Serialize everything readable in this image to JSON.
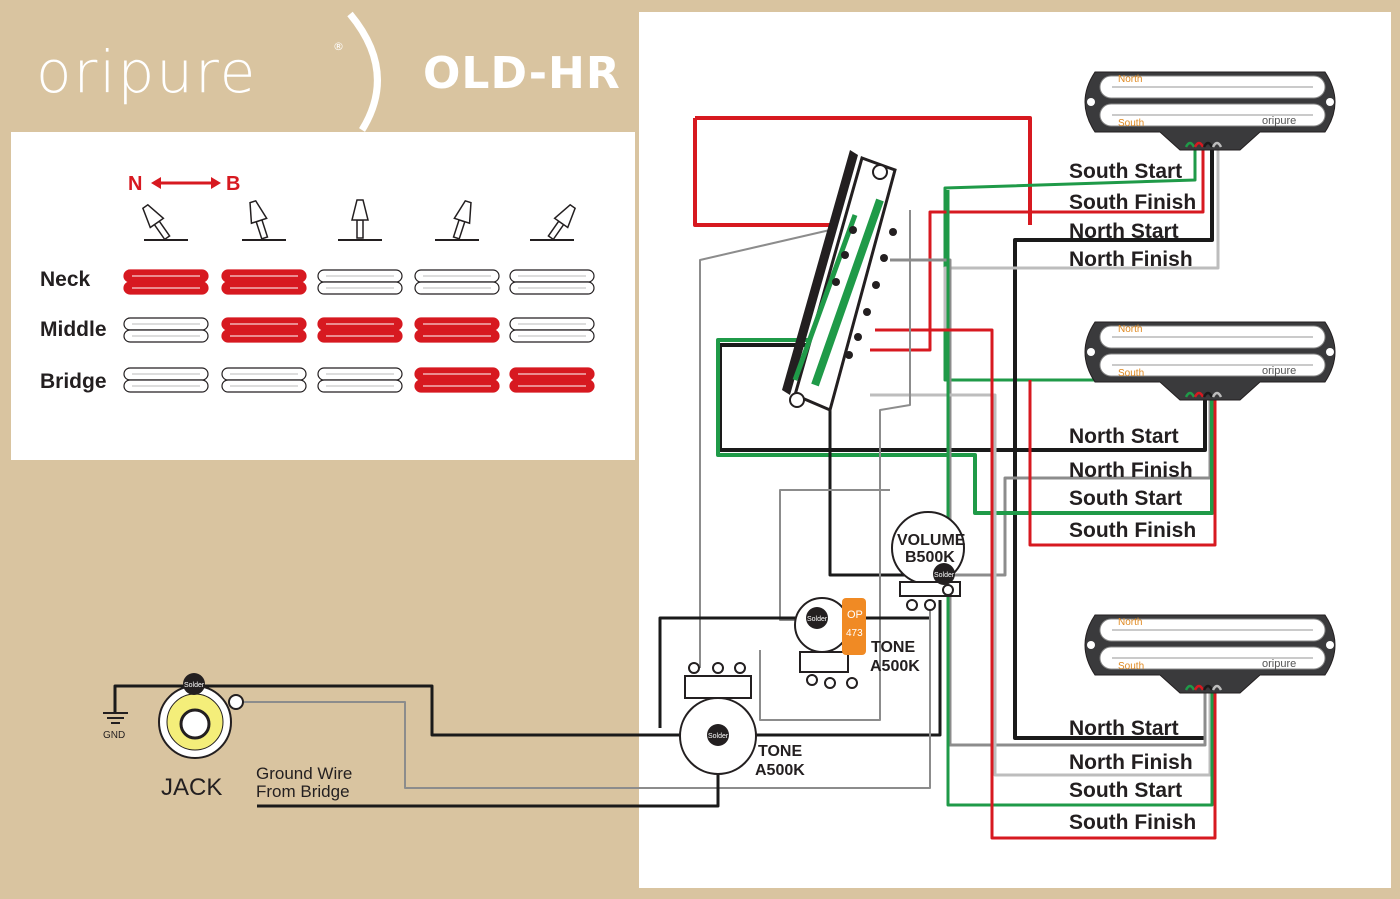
{
  "brand": {
    "name": "oripure",
    "registered": "®",
    "model": "OLD-HR"
  },
  "legend": {
    "direction_left": "N",
    "direction_right": "B",
    "rows": [
      "Neck",
      "Middle",
      "Bridge"
    ],
    "positions": [
      {
        "neck": true,
        "middle": false,
        "bridge": false
      },
      {
        "neck": true,
        "middle": true,
        "bridge": false
      },
      {
        "neck": false,
        "middle": true,
        "bridge": false
      },
      {
        "neck": false,
        "middle": true,
        "bridge": true
      },
      {
        "neck": false,
        "middle": false,
        "bridge": true
      }
    ],
    "active_color": "#d71920"
  },
  "pickups": [
    {
      "id": "neck",
      "north": "North",
      "south": "South",
      "logo": "oripure",
      "leads": [
        "South Start",
        "South Finish",
        "North Start",
        "North Finish"
      ]
    },
    {
      "id": "middle",
      "north": "North",
      "south": "South",
      "logo": "oripure",
      "leads": [
        "North Start",
        "North Finish",
        "South Start",
        "South Finish"
      ]
    },
    {
      "id": "bridge",
      "north": "North",
      "south": "South",
      "logo": "oripure",
      "leads": [
        "North Start",
        "North Finish",
        "South Start",
        "South Finish"
      ]
    }
  ],
  "components": {
    "volume": [
      "VOLUME",
      "B500K"
    ],
    "tone1": [
      "TONE",
      "A500K"
    ],
    "tone2": [
      "TONE",
      "A500K"
    ],
    "cap": [
      "OP",
      "473"
    ],
    "solder": "Solder",
    "jack": "JACK",
    "gnd": "GND",
    "ground_wire": [
      "Ground Wire",
      "From Bridge"
    ]
  },
  "colors": {
    "background": "#d9c4a0",
    "red": "#d71920",
    "green": "#1f9a48",
    "black": "#1a1a1a",
    "gray": "#8c8c8c",
    "cap": "#f08a24"
  }
}
